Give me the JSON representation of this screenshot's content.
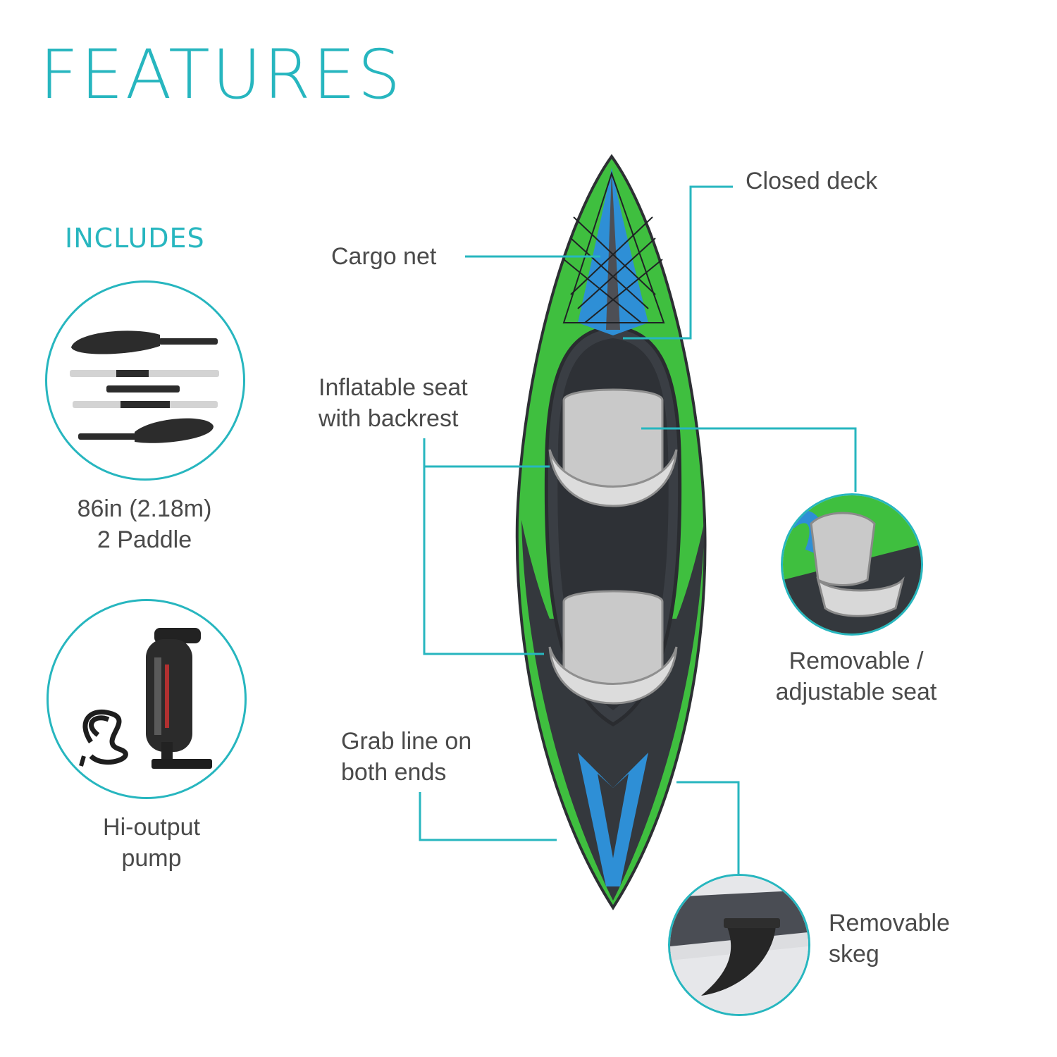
{
  "title": "FEATURES",
  "includes": {
    "heading": "INCLUDES",
    "items": [
      {
        "label": "86in (2.18m)\n2 Paddle",
        "icon": "paddle-icon"
      },
      {
        "label": "Hi-output\npump",
        "icon": "pump-icon"
      }
    ]
  },
  "features": {
    "closed_deck": "Closed deck",
    "cargo_net": "Cargo net",
    "inflatable_seat": "Inflatable seat\nwith backrest",
    "removable_seat": "Removable /\nadjustable seat",
    "grab_line": "Grab line on\nboth ends",
    "removable_skeg": "Removable\nskeg"
  },
  "colors": {
    "accent": "#27b6bf",
    "kayak_green": "#3fbf3f",
    "kayak_blue": "#2e8fd6",
    "kayak_dark": "#3b3f44",
    "seat_gray": "#c9c9c9"
  }
}
